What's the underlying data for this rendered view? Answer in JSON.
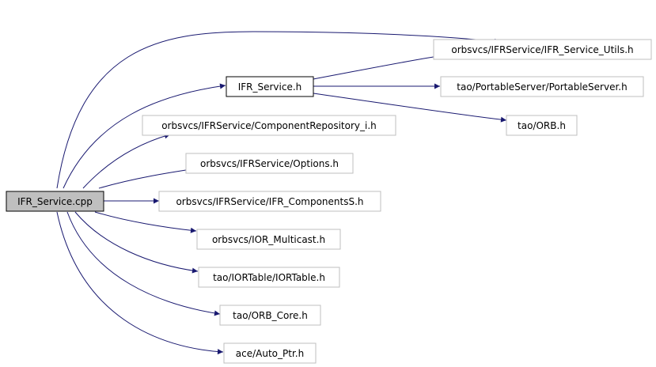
{
  "colors": {
    "edge": "#191970",
    "root_fill": "#bfbfbf",
    "root_border": "#000000",
    "node_border_dark": "#000000",
    "node_border_light": "#bfbfbf",
    "background": "#ffffff"
  },
  "nodes": {
    "root": "IFR_Service.cpp",
    "ifr_service_h": "IFR_Service.h",
    "ifr_service_utils": "orbsvcs/IFRService/IFR_Service_Utils.h",
    "portable_server": "tao/PortableServer/PortableServer.h",
    "orb_h": "tao/ORB.h",
    "component_repository": "orbsvcs/IFRService/ComponentRepository_i.h",
    "options": "orbsvcs/IFRService/Options.h",
    "ifr_components": "orbsvcs/IFRService/IFR_ComponentsS.h",
    "ior_multicast": "orbsvcs/IOR_Multicast.h",
    "ior_table": "tao/IORTable/IORTable.h",
    "orb_core": "tao/ORB_Core.h",
    "auto_ptr": "ace/Auto_Ptr.h"
  }
}
